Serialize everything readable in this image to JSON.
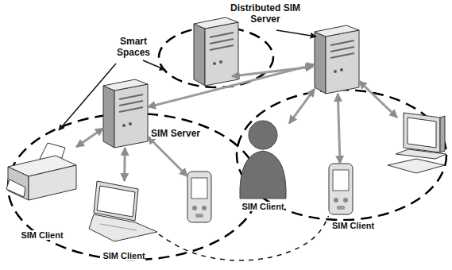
{
  "diagram": {
    "nodes": [
      {
        "text": [
          "Distributed SIM Server"
        ]
      },
      {
        "text": [
          "SIM Server"
        ]
      },
      {
        "text": [
          "SIM Client"
        ]
      },
      {
        "text": [
          "SIM Client"
        ]
      },
      {
        "text": [
          "SIM Client"
        ]
      },
      {
        "text": [
          "SIM Client"
        ]
      }
    ],
    "edges": [
      {
        "from": 1,
        "to": 2,
        "arrow": "both"
      },
      {
        "from": 1,
        "to": 3,
        "arrow": "both"
      },
      {
        "from": 1,
        "to": 0,
        "arrow": "both"
      },
      {
        "from": 0,
        "to": 4,
        "arrow": "both"
      },
      {
        "from": 0,
        "to": 5,
        "arrow": "both"
      },
      {
        "from": 3,
        "to": 5,
        "arrow": "none"
      }
    ],
    "labels": [
      "Smart Spaces"
    ]
  }
}
